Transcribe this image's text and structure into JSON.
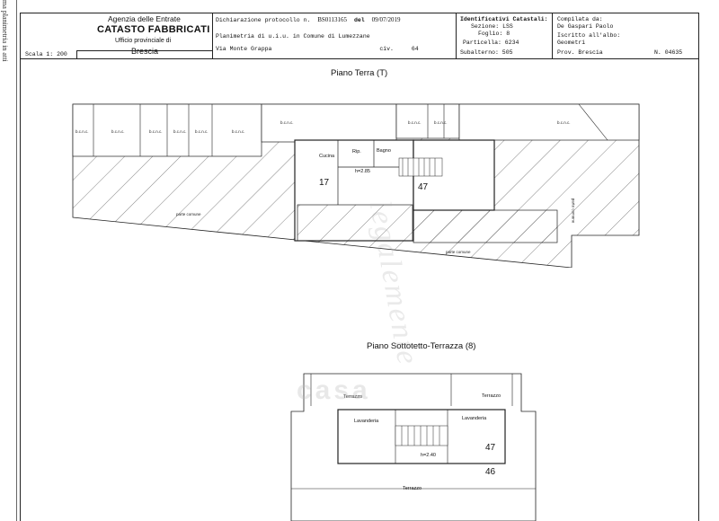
{
  "sidebar": {
    "text": "ma planimetria in atti"
  },
  "header": {
    "agency": "Agenzia delle Entrate",
    "catasto": "CATASTO FABBRICATI",
    "ufficio": "Ufficio provinciale di",
    "city": "Brescia",
    "scala": "Scala 1: 200",
    "declaration_prefix": "Dichiarazione protocollo n.",
    "protocol_no": "BS0113165",
    "del_label": "del",
    "date": "09/07/2019",
    "planimetria": "Planimetria di u.i.u. in Comune di Lumezzane",
    "address": "Via Monte Grappa",
    "civ_label": "civ.",
    "civ": "64",
    "identificativi_title": "Identificativi Catastali:",
    "sezione": "Sezione: LSS",
    "foglio": "Foglio: 8",
    "particella": "Particella: 6234",
    "subalterno": "Subalterno: 505",
    "compilata_title": "Compilata da:",
    "compilatore": "De Gaspari Paolo",
    "iscritto": "Iscritto all'albo:",
    "albo": "Geometri",
    "prov": "Prov. Brescia",
    "numero": "N. 04635"
  },
  "piano_terra": {
    "title": "Piano Terra (T)",
    "labels": {
      "bcnc": "b.c.n.c.",
      "cucina": "Cucina",
      "rip": "Rip.",
      "bagno": "Bagno",
      "h1": "h=2.85",
      "n17": "17",
      "n47": "47",
      "parte_comune": "parte comune"
    }
  },
  "piano_sottotetto": {
    "title": "Piano Sottotetto-Terrazza (8)",
    "labels": {
      "terrazzo": "Terrazzo",
      "lavanderia": "Lavanderia",
      "h2": "h=2.40",
      "n47": "47",
      "n46": "46"
    }
  },
  "watermark": {
    "text": "legalemente",
    "logo": "casa"
  }
}
